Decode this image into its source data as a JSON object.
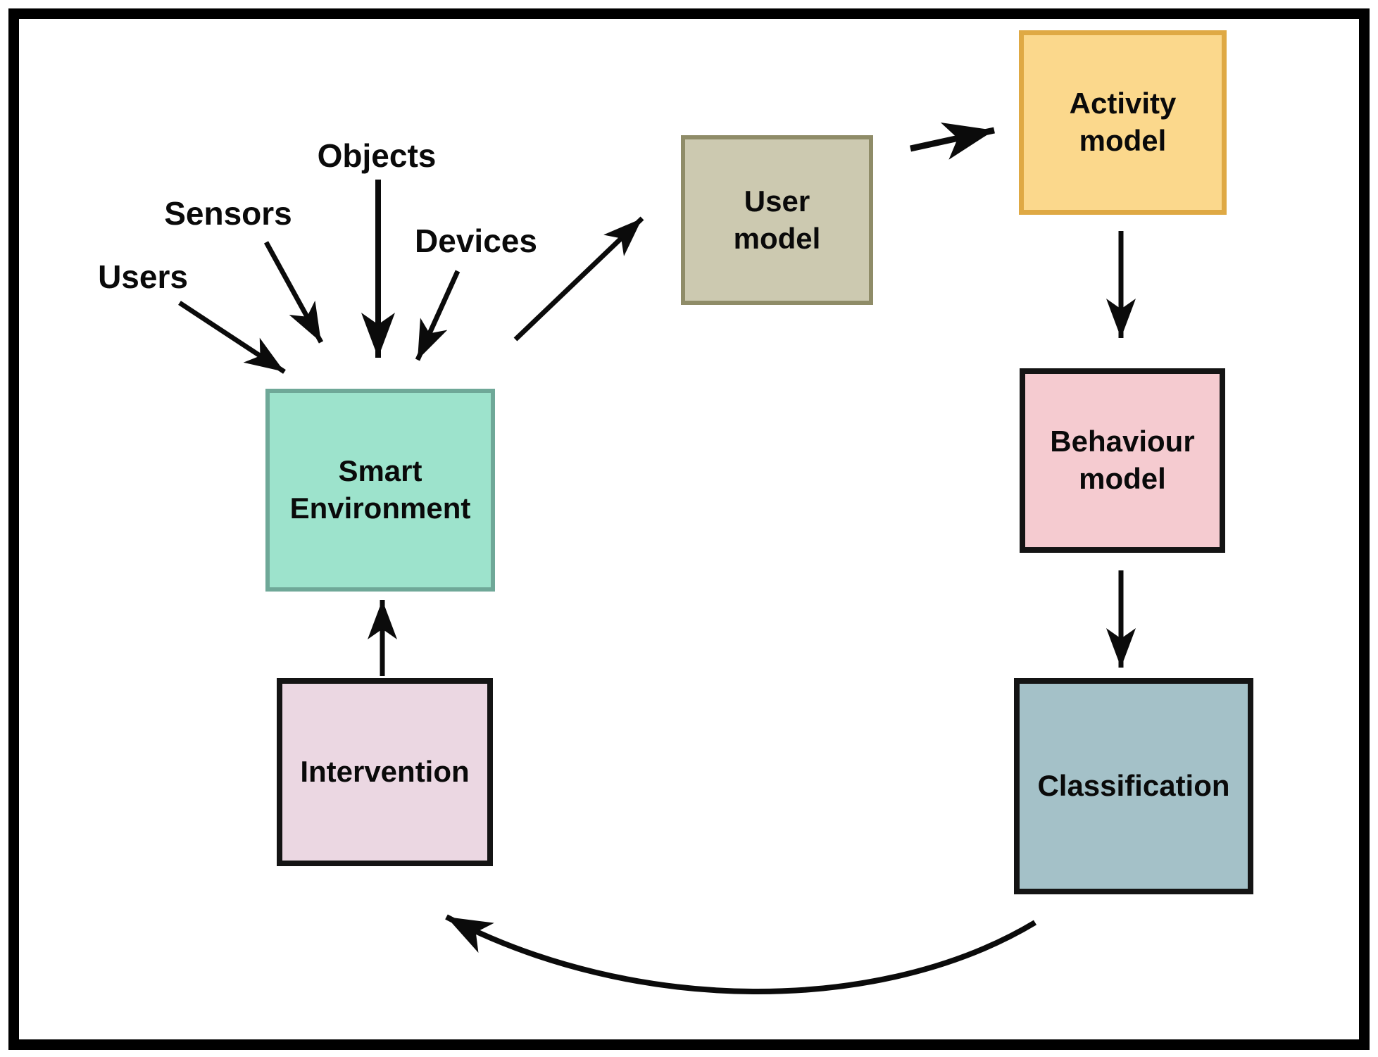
{
  "background": "#ffffff",
  "frame_color": "#000000",
  "arrow_color": "#0b0b0b",
  "text_color": "#0a0a0a",
  "labels": [
    {
      "id": "users",
      "text": "Users"
    },
    {
      "id": "sensors",
      "text": "Sensors"
    },
    {
      "id": "objects",
      "text": "Objects"
    },
    {
      "id": "devices",
      "text": "Devices"
    }
  ],
  "nodes": [
    {
      "id": "smart-environment",
      "label": "Smart\nEnvironment",
      "fill": "#9de3cc",
      "border_color": "#6fa898"
    },
    {
      "id": "user-model",
      "label": "User\nmodel",
      "fill": "#ccc9b0",
      "border_color": "#8f8c68"
    },
    {
      "id": "activity-model",
      "label": "Activity\nmodel",
      "fill": "#fbd88c",
      "border_color": "#dfa944"
    },
    {
      "id": "behaviour-model",
      "label": "Behaviour\nmodel",
      "fill": "#f5cbd0",
      "border_color": "#141414"
    },
    {
      "id": "classification",
      "label": "Classification",
      "fill": "#a4c1c8",
      "border_color": "#141414"
    },
    {
      "id": "intervention",
      "label": "Intervention",
      "fill": "#ebd7e2",
      "border_color": "#141414"
    }
  ],
  "edges": [
    {
      "from": "users",
      "to": "smart-environment"
    },
    {
      "from": "sensors",
      "to": "smart-environment"
    },
    {
      "from": "objects",
      "to": "smart-environment"
    },
    {
      "from": "devices",
      "to": "smart-environment"
    },
    {
      "from": "smart-environment",
      "to": "user-model"
    },
    {
      "from": "user-model",
      "to": "activity-model"
    },
    {
      "from": "activity-model",
      "to": "behaviour-model"
    },
    {
      "from": "behaviour-model",
      "to": "classification"
    },
    {
      "from": "classification",
      "to": "intervention"
    }
  ]
}
